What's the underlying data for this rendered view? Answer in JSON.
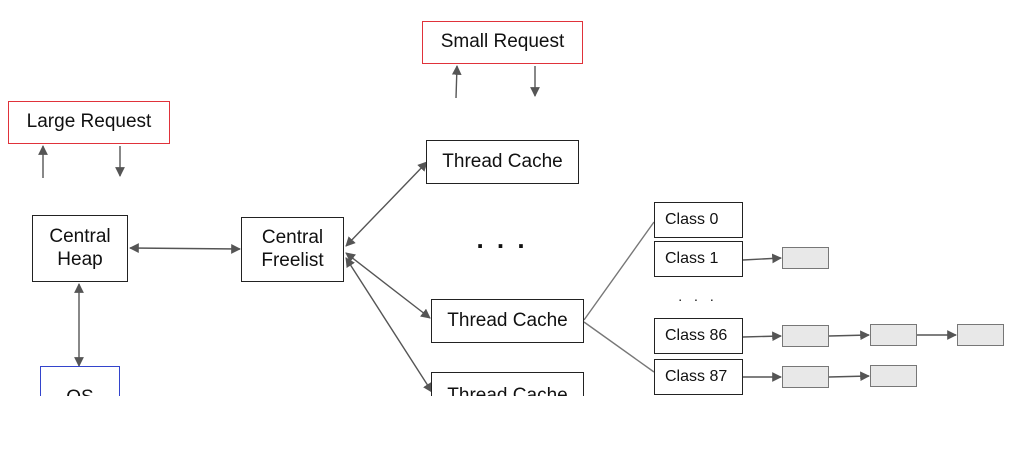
{
  "requests": {
    "large": "Large Request",
    "small": "Small Request"
  },
  "central_heap": "Central\nHeap",
  "central_freelist": "Central\nFreelist",
  "os": "OS",
  "thread_caches": [
    "Thread Cache",
    "Thread Cache",
    "Thread Cache"
  ],
  "thread_ellipsis": ". . .",
  "size_classes": [
    "Class 0",
    "Class 1",
    "Class 86",
    "Class 87"
  ],
  "class_ellipsis": ". . .",
  "colors": {
    "request_border": "#e0323a",
    "os_border": "#3344cc",
    "span_fill": "#e8e8e8",
    "line": "#555555"
  }
}
